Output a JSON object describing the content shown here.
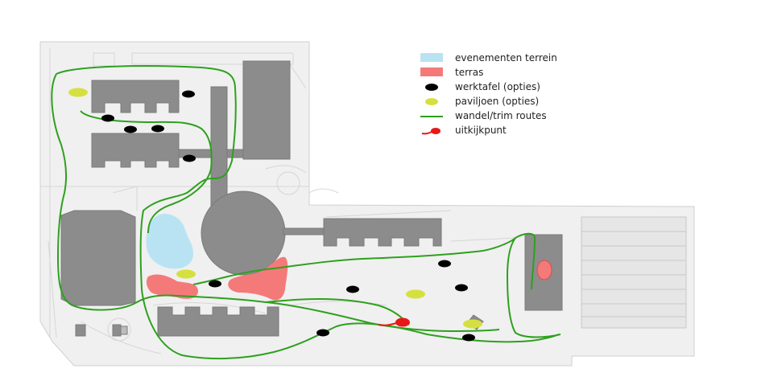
{
  "colors": {
    "site_bg": "#f0f0f0",
    "site_outline": "#cfcfcf",
    "building": "#8c8c8c",
    "building_stroke": "#7a7a7a",
    "event_area": "#b9e3f3",
    "terrace": "#f47a7a",
    "work_table": "#000000",
    "pavilion": "#d5e040",
    "route": "#2ea01e",
    "viewpoint": "#e81818"
  },
  "legend": {
    "items": [
      {
        "key": "event_area",
        "swatch": "rect",
        "label": "evenementen terrein"
      },
      {
        "key": "terrace",
        "swatch": "rect",
        "label": "terras"
      },
      {
        "key": "work_table",
        "swatch": "dot",
        "label": "werktafel (opties)"
      },
      {
        "key": "pavilion",
        "swatch": "dot",
        "label": "paviljoen (opties)"
      },
      {
        "key": "route",
        "swatch": "line",
        "label": "wandel/trim routes"
      },
      {
        "key": "viewpoint",
        "swatch": "viewpoint",
        "label": "uitkijkpunt"
      }
    ]
  }
}
